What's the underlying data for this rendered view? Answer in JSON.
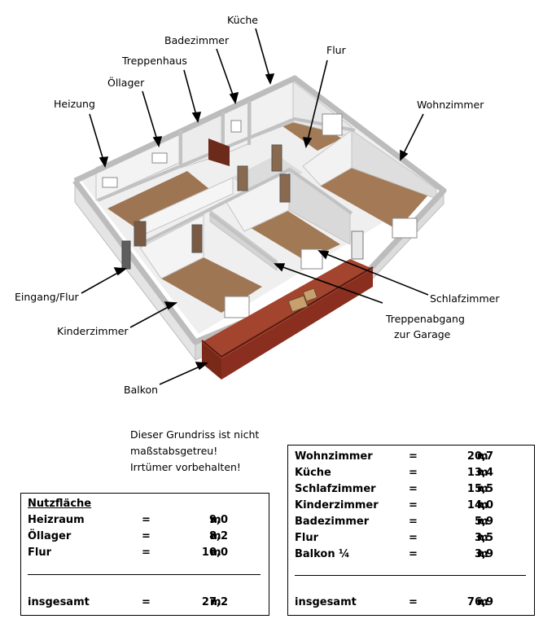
{
  "labels": {
    "kueche": "Küche",
    "badezimmer": "Badezimmer",
    "treppenhaus": "Treppenhaus",
    "oellager": "Öllager",
    "heizung": "Heizung",
    "flur": "Flur",
    "wohnzimmer": "Wohnzimmer",
    "eingang": "Eingang/Flur",
    "kinderzimmer": "Kinderzimmer",
    "balkon": "Balkon",
    "schlafzimmer": "Schlafzimmer",
    "treppenabgang_1": "Treppenabgang",
    "treppenabgang_2": "zur Garage"
  },
  "note": [
    "Dieser Grundriss ist nicht",
    "maßstabsgetreu!",
    "Irrtümer vorbehalten!"
  ],
  "nutzflaeche": {
    "title": "Nutzfläche",
    "rows": [
      {
        "name": "Heizraum",
        "eq": "=",
        "value": "9,0",
        "unit": "m",
        "exp": "2"
      },
      {
        "name": "Öllager",
        "eq": "=",
        "value": "8,2",
        "unit": "m",
        "exp": "2"
      },
      {
        "name": "Flur",
        "eq": "=",
        "value": "10,0",
        "unit": "m",
        "exp": "2"
      }
    ],
    "total": {
      "name": "insgesamt",
      "eq": "=",
      "value": "27,2",
      "unit": "m",
      "exp": "2"
    }
  },
  "wohnflaeche": {
    "rows": [
      {
        "name": "Wohnzimmer",
        "eq": "=",
        "value": "20,7",
        "unit": "m",
        "exp": "2"
      },
      {
        "name": "Küche",
        "eq": "=",
        "value": "13,4",
        "unit": "m",
        "exp": "2"
      },
      {
        "name": "Schlafzimmer",
        "eq": "=",
        "value": "15,5",
        "unit": "m",
        "exp": "2"
      },
      {
        "name": "Kinderzimmer",
        "eq": "=",
        "value": "14,0",
        "unit": "m",
        "exp": "2"
      },
      {
        "name": "Badezimmer",
        "eq": "=",
        "value": "5,9",
        "unit": "m",
        "exp": "2"
      },
      {
        "name": "Flur",
        "eq": "=",
        "value": "3,5",
        "unit": "m",
        "exp": "2"
      },
      {
        "name": "Balkon ¼",
        "eq": "=",
        "value": "3,9",
        "unit": "m",
        "exp": "2"
      }
    ],
    "total": {
      "name": "insgesamt",
      "eq": "=",
      "value": "76,9",
      "unit": "m",
      "exp": "2"
    }
  },
  "colors": {
    "wall_top": "#c9c9c9",
    "wall_side": "#e2e2e2",
    "floor": "#9c7350",
    "balcony": "#a0402b",
    "leader": "#000000"
  }
}
